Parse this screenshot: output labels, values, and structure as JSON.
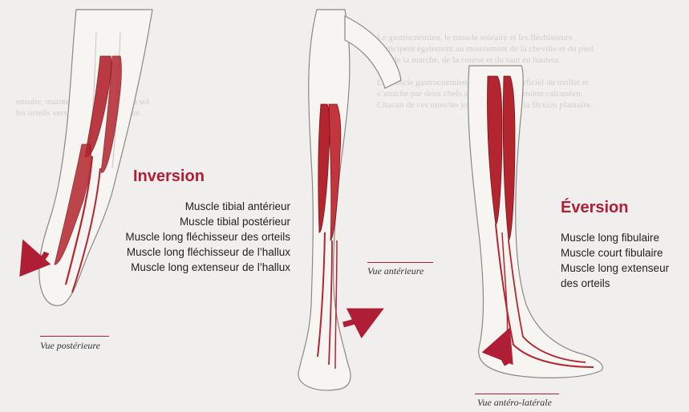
{
  "inversion": {
    "title": "Inversion",
    "muscles": [
      "Muscle tibial antérieur",
      "Muscle tibial postérieur",
      "Muscle long fléchisseur des orteils",
      "Muscle long fléchisseur de l’hallux",
      "Muscle long extenseur de l’hallux"
    ]
  },
  "eversion": {
    "title": "Éversion",
    "muscles": [
      "Muscle long fibulaire",
      "Muscle court fibulaire",
      "Muscle long extenseur",
      "des orteils"
    ]
  },
  "captions": {
    "posterior": "Vue postérieure",
    "anterior": "Vue antérieure",
    "anterolateral": "Vue antéro-latérale"
  },
  "colors": {
    "accent": "#b01e35",
    "muscle": "#b3262f",
    "background": "#f1efed"
  }
}
